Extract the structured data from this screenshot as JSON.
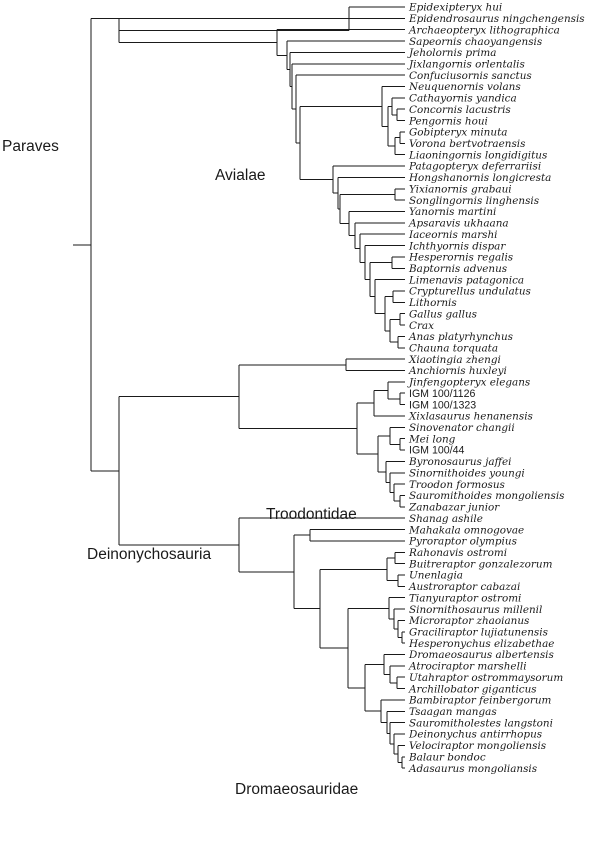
{
  "diagram": {
    "type": "phylogenetic-cladogram",
    "root_label": "Paraves",
    "clade_labels": [
      {
        "key": "avialae",
        "text": "Avialae"
      },
      {
        "key": "troodontidae",
        "text": "Troodontidae"
      },
      {
        "key": "deinonychosauria",
        "text": "Deinonychosauria"
      },
      {
        "key": "dromaeosauridae",
        "text": "Dromaeosauridae"
      }
    ],
    "taxa": [
      "Epidexipteryx hui",
      "Epidendrosaurus ningchengensis",
      "Archaeopteryx lithographica",
      "Sapeornis chaoyangensis",
      "Jeholornis prima",
      "Jixlangornis orlentalis",
      "Confuciusornis sanctus",
      "Neuquenornis volans",
      "Cathayornis yandica",
      "Concornis lacustris",
      "Pengornis houi",
      "Gobipteryx minuta",
      "Vorona bertvotraensis",
      "Liaoningornis longidigitus",
      "Patagopteryx deferrariisi",
      "Hongshanornis longicresta",
      "Yixianornis grabaui",
      "Songlingornis linghensis",
      "Yanornis martini",
      "Apsaravis ukhaana",
      "Iaceornis marshi",
      "Ichthyornis dispar",
      "Hesperornis regalis",
      "Baptornis advenus",
      "Limenavis patagonica",
      "Crypturellus undulatus",
      "Lithornis",
      "Gallus gallus",
      "Crax",
      "Anas platyrhynchus",
      "Chauna torquata",
      "Xiaotingia zhengi",
      "Anchiornis huxleyi",
      "Jinfengopteryx elegans",
      "IGM 100/1126",
      "IGM 100/1323",
      "Xixlasaurus henanensis",
      "Sinovenator changii",
      "Mei long",
      "IGM 100/44",
      "Byronosaurus jaffei",
      "Sinornithoides youngi",
      "Troodon formosus",
      "Sauromithoides mongoliensis",
      "Zanabazar junior",
      "Shanag ashile",
      "Mahakala omnogovae",
      "Pyroraptor olympius",
      "Rahonavis ostromi",
      "Buitreraptor gonzalezorum",
      "Unenlagia",
      "Austroraptor cabazai",
      "Tianyuraptor ostromi",
      "Sinornithosaurus millenil",
      "Microraptor zhaoianus",
      "Graciliraptor lujiatunensis",
      "Hesperonychus elizabethae",
      "Dromaeosaurus albertensis",
      "Atrociraptor marshelli",
      "Utahraptor ostrommaysorum",
      "Archillobator giganticus",
      "Bambiraptor feinbergorum",
      "Tsaagan mangas",
      "Sauromitholestes langstoni",
      "Deinonychus antirrhopus",
      "Velociraptor mongoliensis",
      "Balaur bondoc",
      "Adasaurus mongoliansis"
    ],
    "specimen_taxa": [
      "IGM 100/1126",
      "IGM 100/1323",
      "IGM 100/44"
    ],
    "tree": {
      "root": [
        "epi_anc",
        "deino"
      ],
      "epi_anc": [
        0,
        "avi_anc"
      ],
      "avi_anc": [
        1,
        "avialae"
      ],
      "avialae": [
        2,
        "pygo"
      ],
      "pygo": [
        3,
        "ornitho"
      ],
      "ornitho": [
        4,
        "j1"
      ],
      "j1": [
        5,
        "j2"
      ],
      "j2": [
        6,
        "orn2"
      ],
      "orn2": [
        "enant",
        "ornuro"
      ],
      "enant": [
        7,
        "e1"
      ],
      "e1": [
        "e1a",
        "e1b"
      ],
      "e1a": [
        8,
        "e1a2"
      ],
      "e1a2": [
        9,
        10
      ],
      "e1b": [
        "e1b1",
        13
      ],
      "e1b1": [
        11,
        12
      ],
      "ornuro": [
        14,
        "o1"
      ],
      "o1": [
        15,
        "o2"
      ],
      "o2": [
        "yix",
        "o3"
      ],
      "yix": [
        16,
        17
      ],
      "o3": [
        18,
        "o4"
      ],
      "o4": [
        19,
        "o5"
      ],
      "o5": [
        20,
        "o6"
      ],
      "o6": [
        21,
        "o7"
      ],
      "o7": [
        "hesp",
        "o8"
      ],
      "hesp": [
        22,
        23
      ],
      "o8": [
        24,
        "neor"
      ],
      "neor": [
        "palaeo",
        "neog"
      ],
      "palaeo": [
        25,
        26
      ],
      "neog": [
        "galli",
        "ans"
      ],
      "galli": [
        27,
        28
      ],
      "ans": [
        29,
        30
      ],
      "deino": [
        "troo",
        "dro_anc"
      ],
      "troo": [
        "ta",
        "tb"
      ],
      "ta": [
        31,
        32
      ],
      "tb": [
        "tb1",
        "tb2"
      ],
      "tb1": [
        "tb1a",
        36
      ],
      "tb1a": [
        33,
        "igm"
      ],
      "igm": [
        34,
        35
      ],
      "tb2": [
        "tb2a",
        "tb2b"
      ],
      "tb2a": [
        37,
        "tb2a2"
      ],
      "tb2a2": [
        38,
        39
      ],
      "tb2b": [
        40,
        "tb2b2"
      ],
      "tb2b2": [
        41,
        "tb2b3"
      ],
      "tb2b3": [
        42,
        "tb2b4"
      ],
      "tb2b4": [
        43,
        44
      ],
      "dro_anc": [
        45,
        "dro"
      ],
      "dro": [
        "dro1",
        "dro2"
      ],
      "dro1": [
        46,
        47
      ],
      "dro2": [
        "unen",
        "eudro"
      ],
      "unen": [
        "u1",
        "u2"
      ],
      "u1": [
        48,
        49
      ],
      "u2": [
        50,
        51
      ],
      "eudro": [
        "mic",
        "dro3"
      ],
      "mic": [
        52,
        "mic2"
      ],
      "mic2": [
        53,
        "mic3"
      ],
      "mic3": [
        54,
        "mic4"
      ],
      "mic4": [
        55,
        56
      ],
      "dro3": [
        "dromn",
        "velo"
      ],
      "dromn": [
        57,
        "dromn2"
      ],
      "dromn2": [
        58,
        "dromn3"
      ],
      "dromn3": [
        59,
        60
      ],
      "velo": [
        61,
        "velo2"
      ],
      "velo2": [
        62,
        "velo3"
      ],
      "velo3": [
        63,
        "velo4"
      ],
      "velo4": [
        64,
        "velo5"
      ],
      "velo5": [
        65,
        "velo6"
      ],
      "velo6": [
        66,
        67
      ]
    }
  }
}
